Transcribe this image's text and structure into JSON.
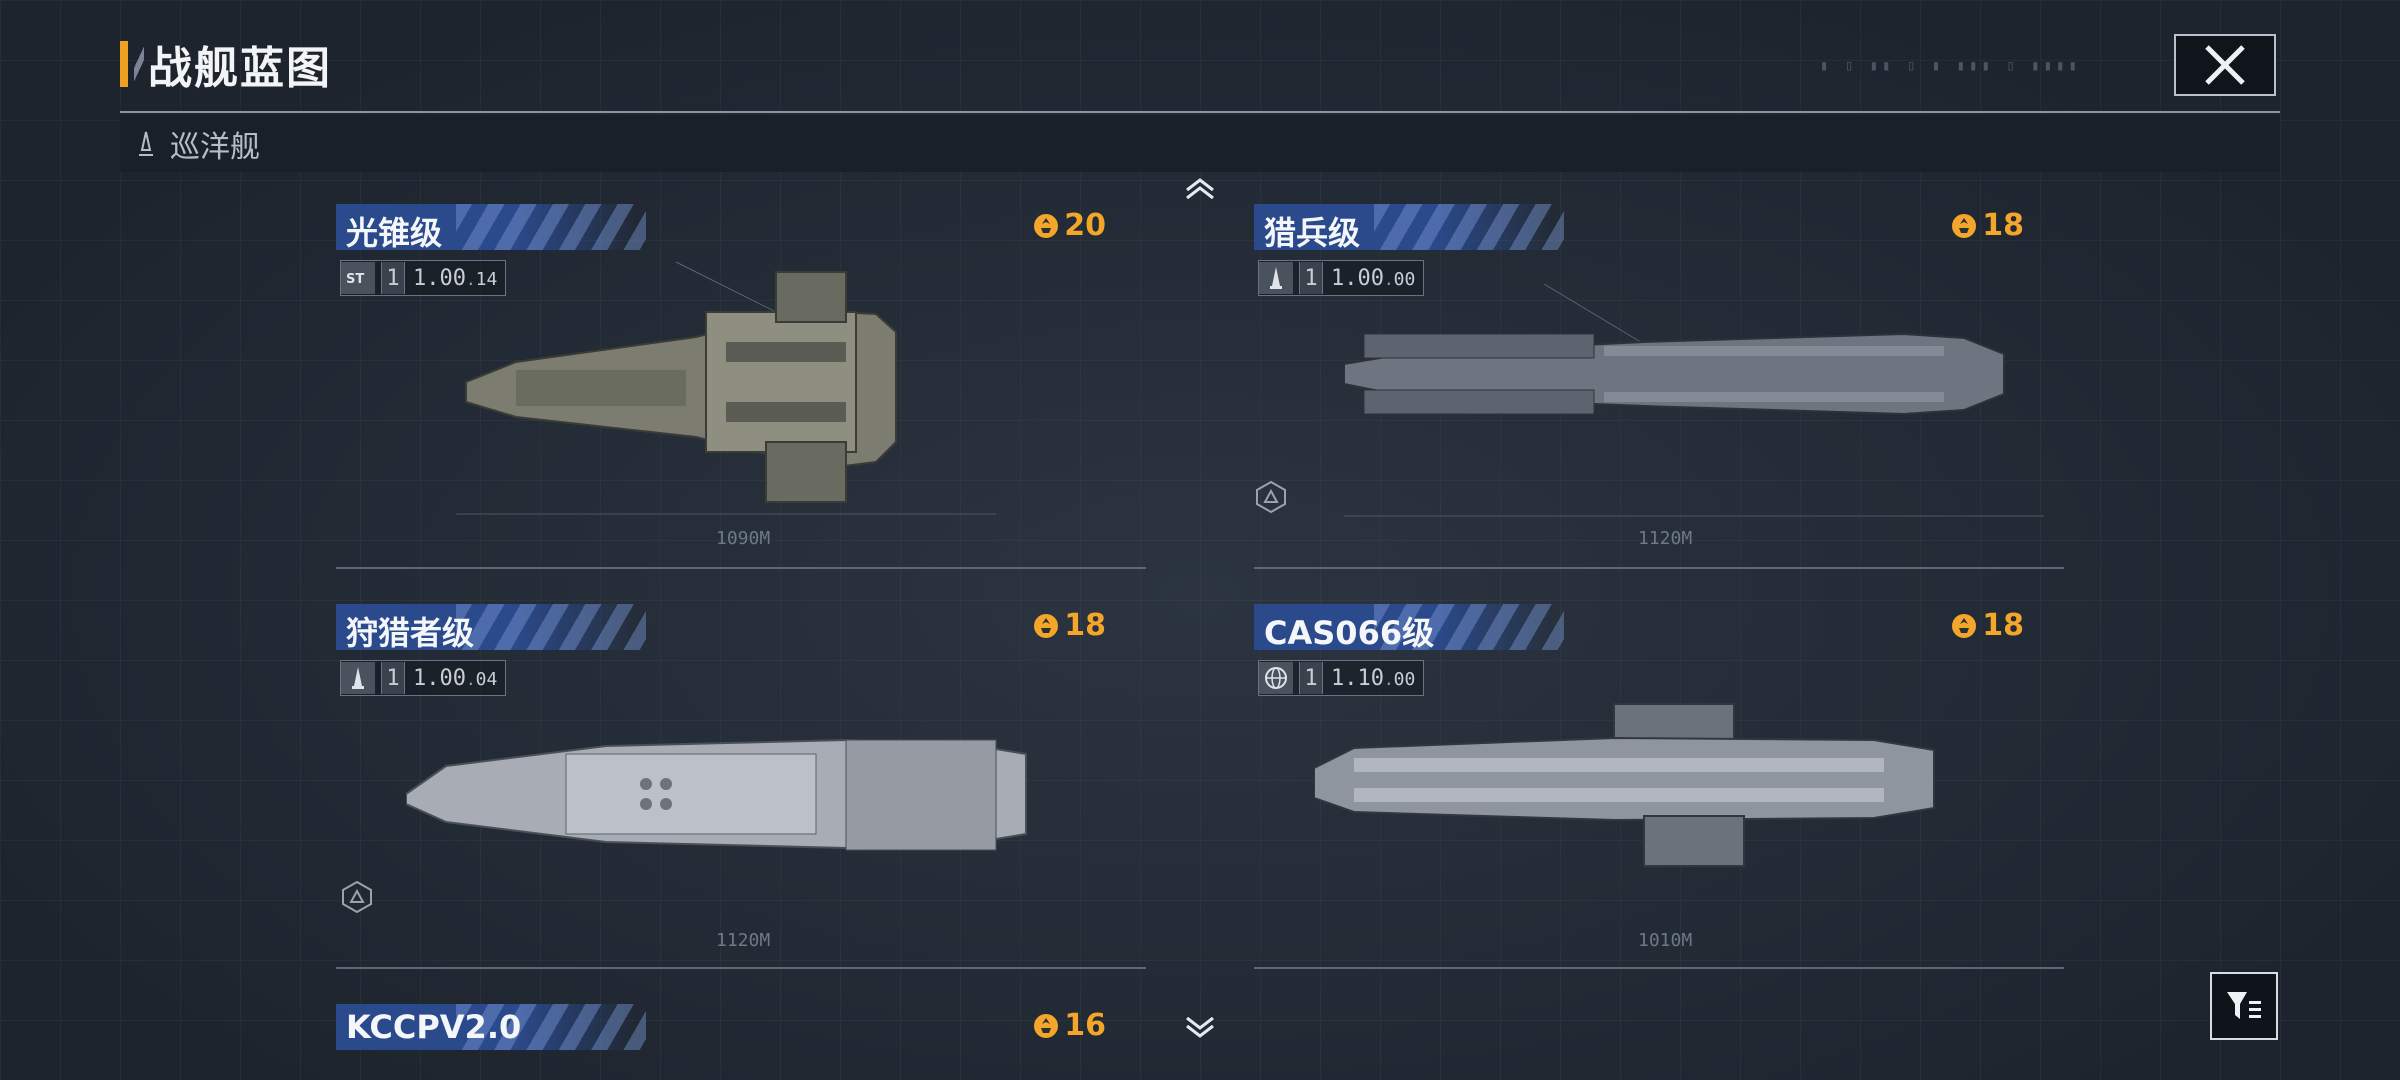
{
  "page": {
    "title": "战舰蓝图",
    "close_icon": "close-icon"
  },
  "tab": {
    "label": "巡洋舰",
    "icon": "cruiser-icon"
  },
  "cards": [
    {
      "name": "光锥级",
      "cost": "20",
      "level": "1",
      "version_main": "1.00",
      "version_sub": "14",
      "length": "1090M",
      "type_icon": "st-icon"
    },
    {
      "name": "猎兵级",
      "cost": "18",
      "level": "1",
      "version_main": "1.00",
      "version_sub": "00",
      "length": "1120M",
      "type_icon": "ship-silhouette-icon"
    },
    {
      "name": "狩猎者级",
      "cost": "18",
      "level": "1",
      "version_main": "1.00",
      "version_sub": "04",
      "length": "1120M",
      "type_icon": "ship-silhouette-icon"
    },
    {
      "name": "CAS066级",
      "cost": "18",
      "level": "1",
      "version_main": "1.10",
      "version_sub": "00",
      "length": "1010M",
      "type_icon": "globe-icon"
    },
    {
      "name": "KCCPV2.0",
      "cost": "16"
    }
  ],
  "colors": {
    "accent": "#f0a020",
    "cost": "#f3a62a",
    "header": "#2b4a8c"
  }
}
